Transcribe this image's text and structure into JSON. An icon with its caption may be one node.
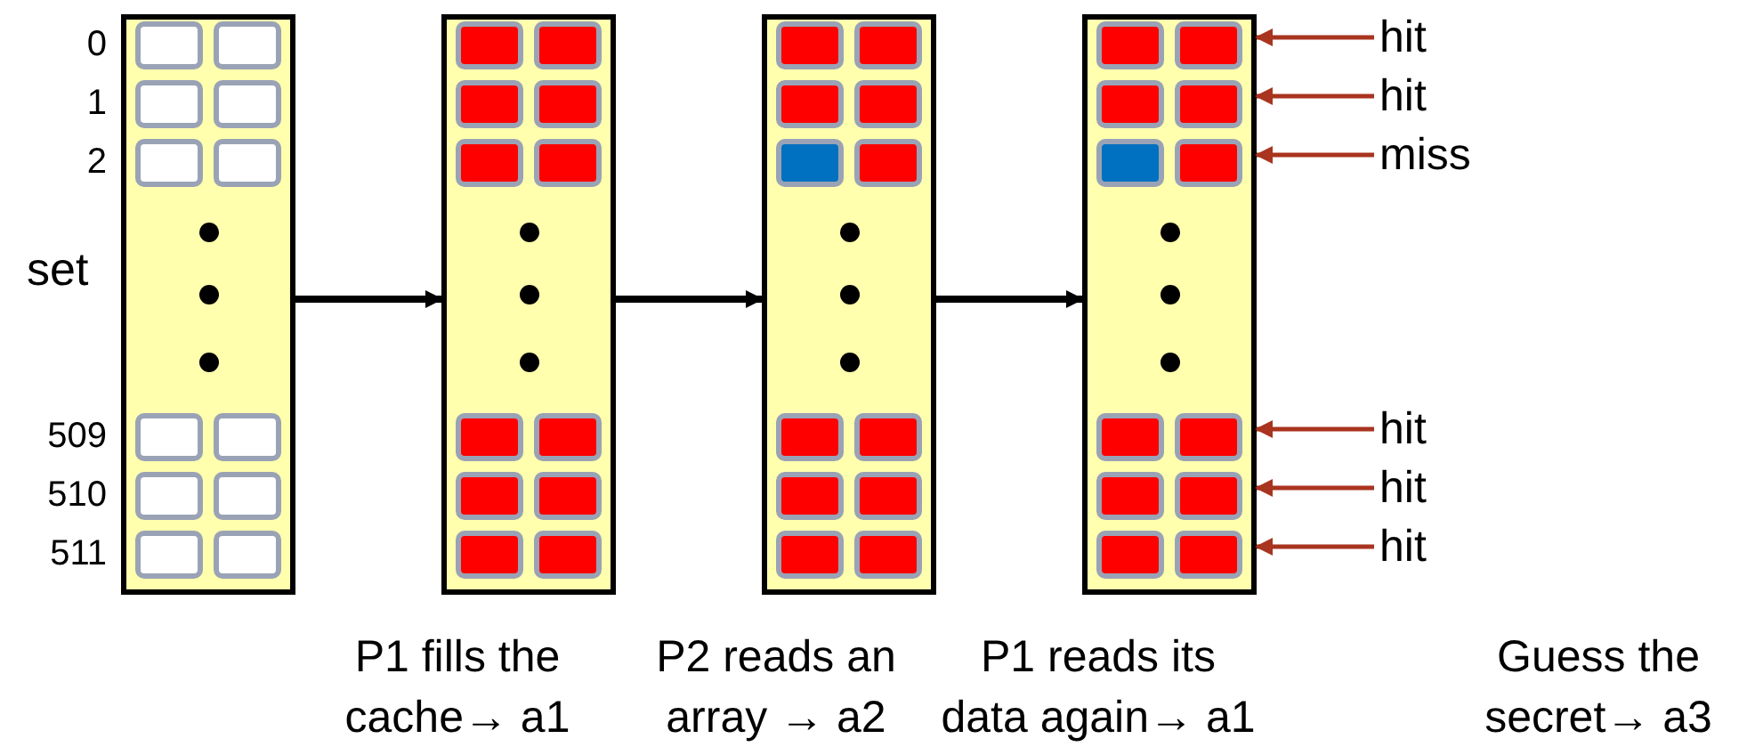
{
  "diagram": {
    "nodes": [
      {
        "text": [],
        "shape": "box"
      },
      {
        "text": [],
        "shape": "box"
      },
      {
        "text": [],
        "shape": "box"
      },
      {
        "text": [],
        "shape": "box"
      },
      {
        "text": [
          "hit"
        ]
      },
      {
        "text": [
          "hit"
        ]
      },
      {
        "text": [
          "miss"
        ]
      },
      {
        "text": [
          "hit"
        ]
      },
      {
        "text": [
          "hit"
        ]
      },
      {
        "text": [
          "hit"
        ]
      }
    ],
    "edges": [
      {
        "from": 0,
        "to": 1,
        "arrow": "to",
        "color": "#000000"
      },
      {
        "from": 1,
        "to": 2,
        "arrow": "to",
        "color": "#000000"
      },
      {
        "from": 2,
        "to": 3,
        "arrow": "to",
        "color": "#000000"
      },
      {
        "from": 4,
        "to": 3,
        "arrow": "to",
        "color": "#a9341f"
      },
      {
        "from": 5,
        "to": 3,
        "arrow": "to",
        "color": "#a9341f"
      },
      {
        "from": 6,
        "to": 3,
        "arrow": "to",
        "color": "#a9341f"
      },
      {
        "from": 7,
        "to": 3,
        "arrow": "to",
        "color": "#a9341f"
      },
      {
        "from": 8,
        "to": 3,
        "arrow": "to",
        "color": "#a9341f"
      },
      {
        "from": 9,
        "to": 3,
        "arrow": "to",
        "color": "#a9341f"
      }
    ],
    "labels": [
      "0",
      "1",
      "2",
      "set",
      "509",
      "510",
      "511",
      "P1 fills the cache→ a1",
      "P2 reads an array → a2",
      "P1 reads its data again→ a1",
      "Guess the secret→ a3"
    ]
  }
}
